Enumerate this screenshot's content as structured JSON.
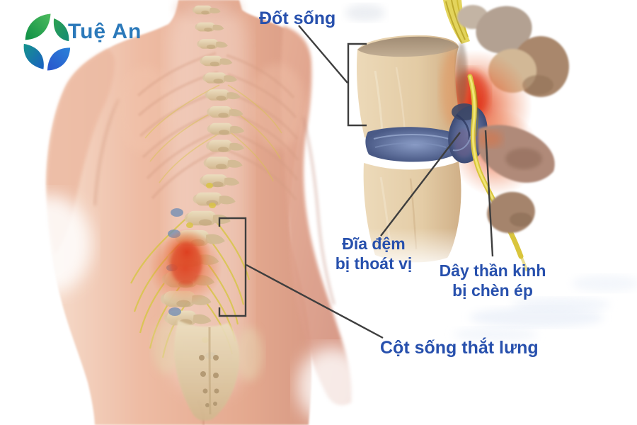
{
  "logo": {
    "brand": "Tuệ An"
  },
  "annotations": {
    "vertebra": {
      "label": "Đốt sống"
    },
    "herniated_disc": {
      "line1": "Đĩa đệm",
      "line2": "bị thoát vị"
    },
    "pinched_nerve": {
      "line1": "Dây thần kinh",
      "line2": "bị chèn ép"
    },
    "lumbar_spine": {
      "label": "Cột sống thắt lưng"
    }
  },
  "colors": {
    "label_text": "#2750ad",
    "logo_text": "#2b79ba",
    "leader_line": "#3e3e3e",
    "skin": "#e9b49c",
    "skin_shadow": "#d99a85",
    "bone": "#e0c9a6",
    "disc_blue": "#51618f",
    "nerve_yellow": "#ddc83e",
    "inflammation_red": "#e03a1e",
    "logo_green": "#2ea24f",
    "logo_blue": "#2a55cc"
  }
}
